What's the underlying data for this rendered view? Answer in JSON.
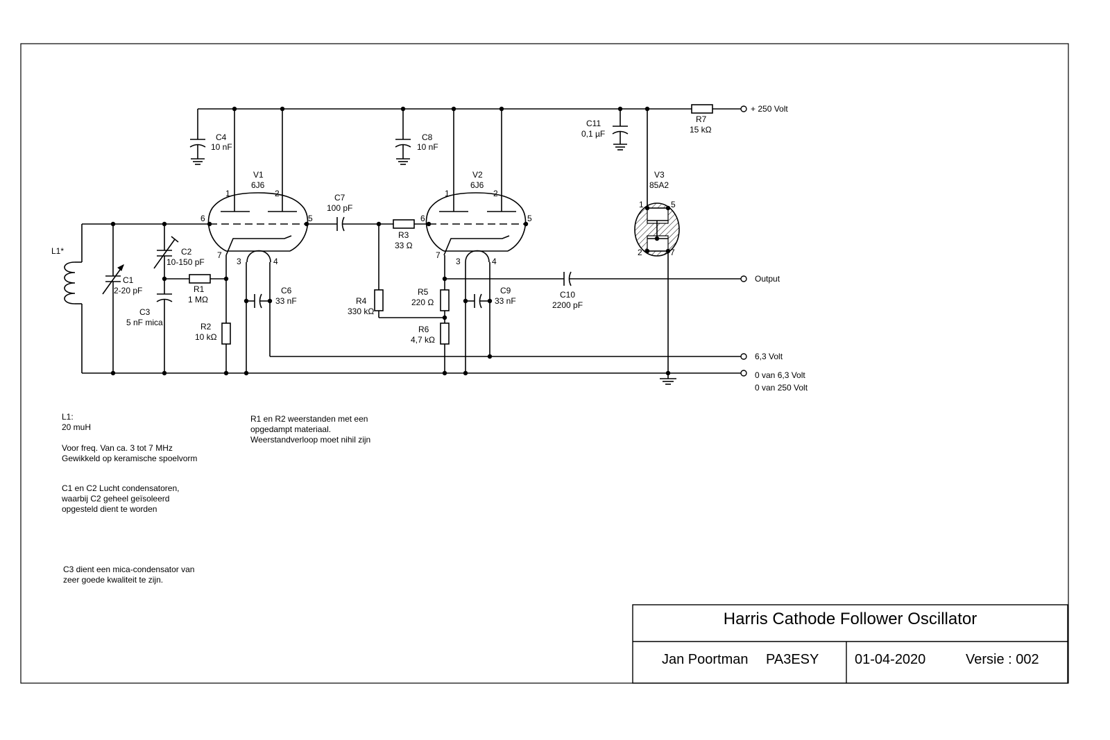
{
  "title_block": {
    "title": "Harris Cathode Follower Oscillator",
    "author": "Jan Poortman",
    "callsign": "PA3ESY",
    "date": "01-04-2020",
    "version": "Versie : 002"
  },
  "terminals": {
    "supply": "+ 250 Volt",
    "output": "Output",
    "heater": "6,3 Volt",
    "ground_1": "0 van 6,3 Volt",
    "ground_2": "0 van 250 Volt"
  },
  "tubes": {
    "v1": {
      "name": "V1",
      "type": "6J6",
      "pins": [
        "1",
        "2",
        "6",
        "5",
        "7",
        "3",
        "4"
      ]
    },
    "v2": {
      "name": "V2",
      "type": "6J6",
      "pins": [
        "1",
        "2",
        "6",
        "5",
        "7",
        "3",
        "4"
      ]
    },
    "v3": {
      "name": "V3",
      "type": "85A2",
      "pins": [
        "1",
        "5",
        "2",
        "7"
      ]
    }
  },
  "components": {
    "l1": {
      "name": "L1*"
    },
    "c1": {
      "name": "C1",
      "value": "2-20 pF"
    },
    "c2": {
      "name": "C2",
      "value": "10-150 pF"
    },
    "c3": {
      "name": "C3",
      "value": "5 nF mica"
    },
    "c4": {
      "name": "C4",
      "value": "10 nF"
    },
    "c6": {
      "name": "C6",
      "value": "33 nF"
    },
    "c7": {
      "name": "C7",
      "value": "100 pF"
    },
    "c8": {
      "name": "C8",
      "value": "10 nF"
    },
    "c9": {
      "name": "C9",
      "value": "33 nF"
    },
    "c10": {
      "name": "C10",
      "value": "2200 pF"
    },
    "c11": {
      "name": "C11",
      "value": "0,1 µF"
    },
    "r1": {
      "name": "R1",
      "value": "1 MΩ"
    },
    "r2": {
      "name": "R2",
      "value": "10 kΩ"
    },
    "r3": {
      "name": "R3",
      "value": "33 Ω"
    },
    "r4": {
      "name": "R4",
      "value": "330 kΩ"
    },
    "r5": {
      "name": "R5",
      "value": "220 Ω"
    },
    "r6": {
      "name": "R6",
      "value": "4,7 kΩ"
    },
    "r7": {
      "name": "R7",
      "value": "15 kΩ"
    }
  },
  "notes": {
    "l1": "L1:\n20 muH\n\nVoor freq. Van ca. 3 tot 7 MHz\nGewikkeld op keramische spoelvorm",
    "c1c2": "C1 en C2 Lucht condensatoren,\nwaarbij C2 geheel geïsoleerd\nopgesteld dient te worden",
    "c3": "C3 dient een mica-condensator van\nzeer goede kwaliteit te zijn.",
    "r1r2": "R1 en R2 weerstanden met een\nopgedampt materiaal.\nWeerstandverloop moet nihil zijn"
  }
}
